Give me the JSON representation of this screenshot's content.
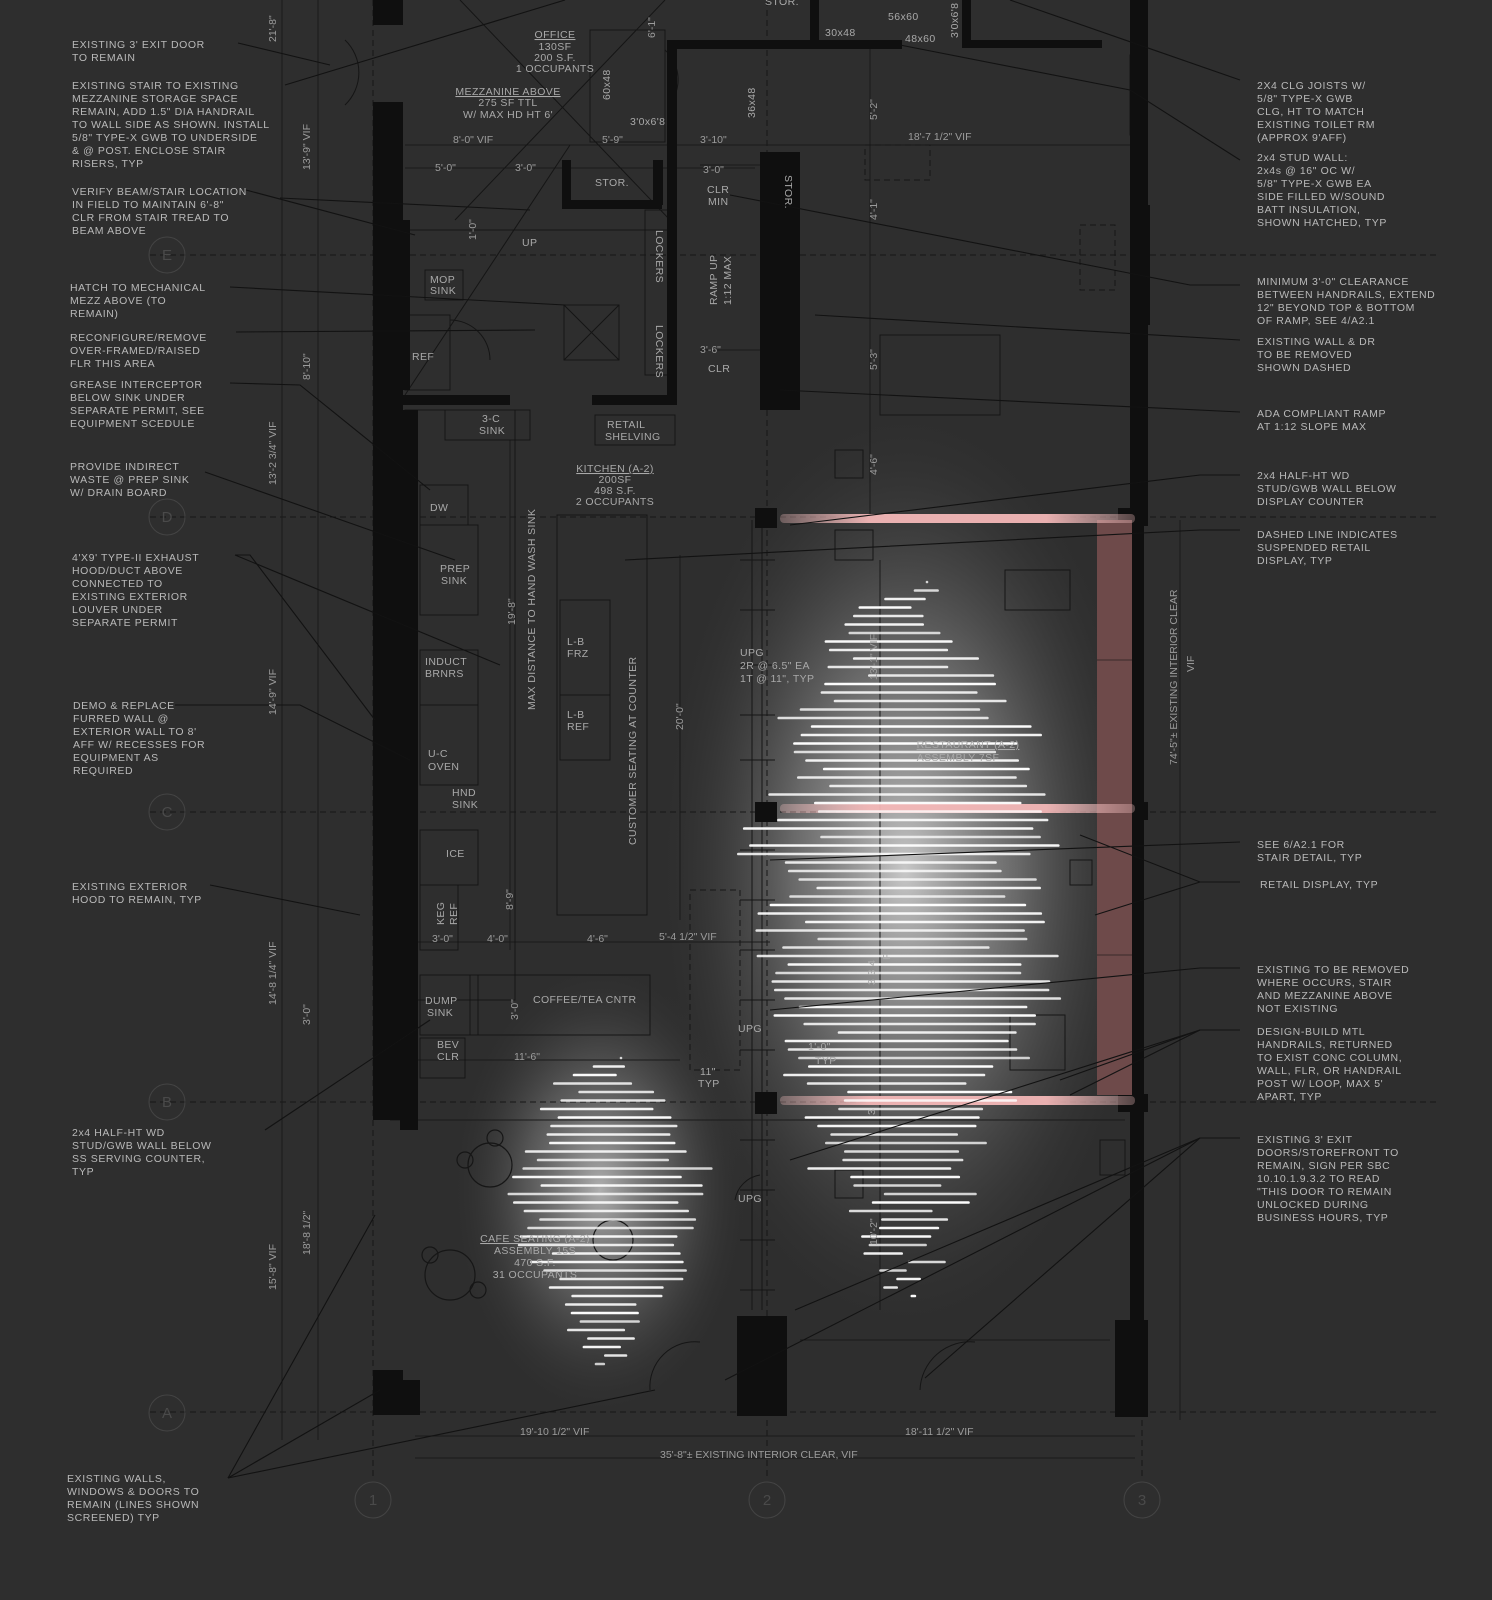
{
  "grid": {
    "rows": [
      "E",
      "D",
      "C",
      "B",
      "A"
    ],
    "cols": [
      "1",
      "2",
      "3"
    ]
  },
  "rooms": {
    "office": [
      "OFFICE",
      "130SF",
      "200 S.F.",
      "1 OCCUPANTS"
    ],
    "mezzanine": [
      "MEZZANINE ABOVE",
      "275 SF TTL",
      "W/ MAX HD HT 6'"
    ],
    "kitchen": [
      "KITCHEN (A-2)",
      "200SF",
      "498 S.F.",
      "2 OCCUPANTS"
    ],
    "restaurant": [
      "RESTAURANT (A-2)",
      "ASSEMBLY 7SF"
    ],
    "cafe": [
      "CAFE SEATING (A-2)",
      "ASSEMBLY 15S",
      "470 S.F.",
      "31 OCCUPANTS"
    ]
  },
  "labels": {
    "stor_top": "STOR.",
    "stor": "STOR.",
    "mop_sink": [
      "MOP",
      "SINK"
    ],
    "ref": "REF",
    "three_c_sink": [
      "3-C",
      "SINK"
    ],
    "retail_shelving": [
      "RETAIL",
      "SHELVING"
    ],
    "dw": "DW",
    "prep_sink": [
      "PREP",
      "SINK"
    ],
    "induct_brnrs": [
      "INDUCT",
      "BRNRS"
    ],
    "uc_oven": [
      "U-C",
      "OVEN"
    ],
    "hnd_sink": [
      "HND",
      "SINK"
    ],
    "ice": "ICE",
    "keg_ref": [
      "KEG",
      "REF"
    ],
    "dump_sink": [
      "DUMP",
      "SINK"
    ],
    "bev_clr": [
      "BEV",
      "CLR"
    ],
    "lb_frz": [
      "L-B",
      "FRZ"
    ],
    "lb_ref": [
      "L-B",
      "REF"
    ],
    "coffee_tea": "COFFEE/TEA CNTR",
    "lockers_1": "LOCKERS",
    "lockers_2": "LOCKERS",
    "clr_min": [
      "CLR",
      "MIN"
    ],
    "clr": "CLR",
    "up": "UP",
    "ramp": [
      "RAMP UP",
      "1:12 MAX"
    ],
    "max_distance": "MAX DISTANCE TO HAND WASH SINK",
    "customer_seating": "CUSTOMER SEATING AT COUNTER",
    "upg_stair": [
      "UPG",
      "2R @ 6.5\" EA",
      "1T @ 11\", TYP"
    ],
    "upg_2": "UPG",
    "upg_3": "UPG",
    "typ": "TYP",
    "eleven_typ": [
      "11\"",
      "TYP"
    ],
    "one_ft": "1'-0\"",
    "eq_30_48": "30x48",
    "eq_56_60": "56x60",
    "eq_48_60": "48x60",
    "eq_60_48": "60x48",
    "eq_36_48": "36x48",
    "eq_3068a": "3'0x6'8",
    "eq_3068b": "3'0x6'8",
    "stor_side": "STOR.",
    "vert_f": "F",
    "vert_334": "3  3  4",
    "vert_3": "3"
  },
  "dims": {
    "d_21_8": "21'-8\"",
    "d_13_9": "13'-9\" VIF",
    "d_8_10": "8'-10\"",
    "d_13_2": "13'-2 3/4\" VIF",
    "d_14_9": "14'-9\" VIF",
    "d_14_8": "14'-8 1/4\" VIF",
    "d_3_0_side": "3'-0\"",
    "d_15_8": "15'-8\" VIF",
    "d_18_8": "18'-8 1/2\"",
    "d_8_0": "8'-0\" VIF",
    "d_5_9": "5'-9\"",
    "d_3_10": "3'-10\"",
    "d_18_7": "18'-7 1/2\" VIF",
    "d_5_0": "5'-0\"",
    "d_3_0_a": "3'-0\"",
    "d_3_0_b": "3'-0\"",
    "d_6_1": "6'-1\"",
    "d_5_2": "5'-2\"",
    "d_4_1": "4'-1\"",
    "d_5_3": "5'-3\"",
    "d_4_6": "4'-6\"",
    "d_3_6": "3'-6\"",
    "d_1_0": "1'-0\"",
    "d_19_8": "19'-8\"",
    "d_20_0": "20'-0\"",
    "d_8_9": "8'-9\"",
    "d_3_0_c": "3'-0\"",
    "d_4_0": "4'-0\"",
    "d_4_6b": "4'-6\"",
    "d_5_4": "5'-4 1/2\" VIF",
    "d_3_0_d": "3'-0\"",
    "d_11_6": "11'-6\"",
    "d_13_1": "13'-1\" VIF",
    "d_10_2": "10'-2\"",
    "d_19_10": "19'-10 1/2\" VIF",
    "d_18_11": "18'-11 1/2\" VIF",
    "d_35_8": "35'-8\"± EXISTING INTERIOR CLEAR, VIF",
    "d_74_5": "74'-5\"± EXISTING INTERIOR CLEAR",
    "d_vif": "VIF"
  },
  "left_notes": [
    [
      "EXISTING 3' EXIT DOOR",
      "TO REMAIN"
    ],
    [
      "EXISTING STAIR TO EXISTING",
      "MEZZANINE STORAGE SPACE",
      "REMAIN, ADD 1.5\" DIA HANDRAIL",
      "TO WALL SIDE AS SHOWN. INSTALL",
      "5/8\" TYPE-X GWB TO UNDERSIDE",
      "& @ POST.  ENCLOSE STAIR",
      "RISERS, TYP"
    ],
    [
      "VERIFY BEAM/STAIR LOCATION",
      "IN FIELD TO MAINTAIN 6'-8\"",
      "CLR FROM STAIR TREAD TO",
      "BEAM ABOVE"
    ],
    [
      "HATCH TO MECHANICAL",
      "MEZZ ABOVE (TO",
      "REMAIN)"
    ],
    [
      "RECONFIGURE/REMOVE",
      "OVER-FRAMED/RAISED",
      "FLR THIS AREA"
    ],
    [
      "GREASE INTERCEPTOR",
      "BELOW SINK UNDER",
      "SEPARATE PERMIT, SEE",
      "EQUIPMENT SCEDULE"
    ],
    [
      "PROVIDE INDIRECT",
      "WASTE @ PREP SINK",
      "W/ DRAIN BOARD"
    ],
    [
      "4'X9' TYPE-II EXHAUST",
      "HOOD/DUCT ABOVE",
      "CONNECTED TO",
      "EXISTING EXTERIOR",
      "LOUVER UNDER",
      "SEPARATE PERMIT"
    ],
    [
      "DEMO & REPLACE",
      "FURRED WALL @",
      "EXTERIOR WALL TO 8'",
      "AFF W/ RECESSES FOR",
      "EQUIPMENT AS",
      "REQUIRED"
    ],
    [
      "EXISTING EXTERIOR",
      "HOOD TO REMAIN, TYP"
    ],
    [
      "2x4 HALF-HT WD",
      "STUD/GWB WALL BELOW",
      "SS SERVING COUNTER,",
      "TYP"
    ],
    [
      "EXISTING WALLS,",
      "WINDOWS & DOORS TO",
      "REMAIN (LINES SHOWN",
      "SCREENED) TYP"
    ]
  ],
  "right_notes": [
    [
      "2X4 CLG JOISTS W/",
      "5/8\" TYPE-X GWB",
      "CLG, HT TO MATCH",
      "EXISTING TOILET RM",
      "(APPROX 9'AFF)"
    ],
    [
      "2x4 STUD WALL:",
      "2x4s @ 16\" OC W/",
      "5/8\" TYPE-X GWB EA",
      "SIDE FILLED W/SOUND",
      "BATT INSULATION,",
      "SHOWN HATCHED, TYP"
    ],
    [
      "MINIMUM 3'-0\" CLEARANCE",
      "BETWEEN HANDRAILS, EXTEND",
      "12\" BEYOND TOP & BOTTOM",
      "OF RAMP, SEE 4/A2.1"
    ],
    [
      "EXISTING WALL & DR",
      "TO BE REMOVED",
      "SHOWN DASHED"
    ],
    [
      "ADA COMPLIANT RAMP",
      "AT 1:12 SLOPE MAX"
    ],
    [
      "2x4 HALF-HT WD",
      "STUD/GWB WALL BELOW",
      "DISPLAY COUNTER"
    ],
    [
      "DASHED LINE INDICATES",
      "SUSPENDED RETAIL",
      "DISPLAY, TYP"
    ],
    [
      "SEE 6/A2.1 FOR",
      "STAIR DETAIL, TYP"
    ],
    [
      "RETAIL DISPLAY, TYP"
    ],
    [
      "EXISTING TO BE REMOVED",
      "WHERE OCCURS, STAIR",
      "AND MEZZANINE ABOVE",
      "NOT EXISTING"
    ],
    [
      "DESIGN-BUILD MTL",
      "HANDRAILS, RETURNED",
      "TO EXIST CONC COLUMN,",
      "WALL, FLR, OR HANDRAIL",
      "POST W/ LOOP, MAX 5'",
      "APART, TYP"
    ],
    [
      "EXISTING 3' EXIT",
      "DOORS/STOREFRONT TO",
      "REMAIN, SIGN PER SBC",
      "10.10.1.9.3.2 TO READ",
      "\"THIS DOOR TO REMAIN",
      "UNLOCKED DURING",
      "BUSINESS HOURS, TYP"
    ]
  ],
  "colors": {
    "background": "#2e2e2e",
    "linework": "#141414",
    "text": "#b9b9b9",
    "retail_display": "#6e4a4a",
    "display_counter_glow": "#f0b8b8",
    "light_strokes": "#ffffff"
  }
}
